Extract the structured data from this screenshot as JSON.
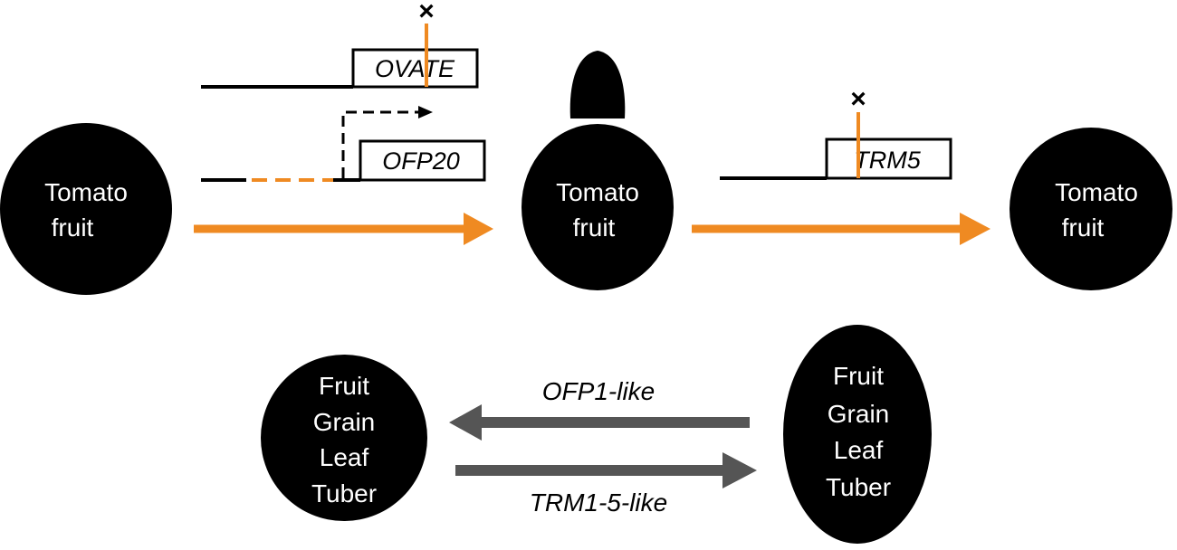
{
  "colors": {
    "orange": "#EF8A22",
    "black": "#000000",
    "gray": "#555555",
    "white": "#ffffff"
  },
  "top_row": {
    "fruit_left": {
      "line1": "Tomato",
      "line2": "fruit"
    },
    "fruit_middle": {
      "line1": "Tomato",
      "line2": "fruit"
    },
    "fruit_right": {
      "line1": "Tomato",
      "line2": "fruit"
    },
    "genes": {
      "ovate": "OVATE",
      "ofp20": "OFP20",
      "trm5": "TRM5"
    },
    "mutation_mark": "×"
  },
  "bottom_row": {
    "left_organs": [
      "Fruit",
      "Grain",
      "Leaf",
      "Tuber"
    ],
    "right_organs": [
      "Fruit",
      "Grain",
      "Leaf",
      "Tuber"
    ],
    "arrow_left_label": "OFP1-like",
    "arrow_right_label": "TRM1-5-like"
  }
}
